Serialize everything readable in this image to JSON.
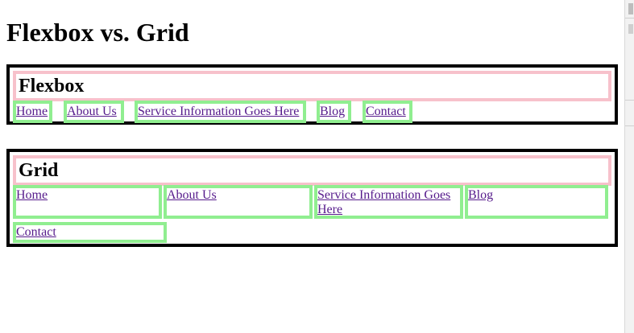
{
  "page": {
    "title": "Flexbox vs. Grid"
  },
  "flexbox": {
    "heading": "Flexbox",
    "items": [
      {
        "label": "Home"
      },
      {
        "label": "About Us"
      },
      {
        "label": "Service Information Goes Here"
      },
      {
        "label": "Blog"
      },
      {
        "label": "Contact"
      }
    ]
  },
  "grid": {
    "heading": "Grid",
    "items": [
      {
        "label": "Home"
      },
      {
        "label": "About Us"
      },
      {
        "label": "Service Information Goes Here"
      },
      {
        "label": "Blog"
      },
      {
        "label": "Contact"
      }
    ]
  },
  "colors": {
    "section_border": "#000000",
    "heading_border": "#f7c1cb",
    "item_border": "#90ee90",
    "link": "#551a8b"
  }
}
